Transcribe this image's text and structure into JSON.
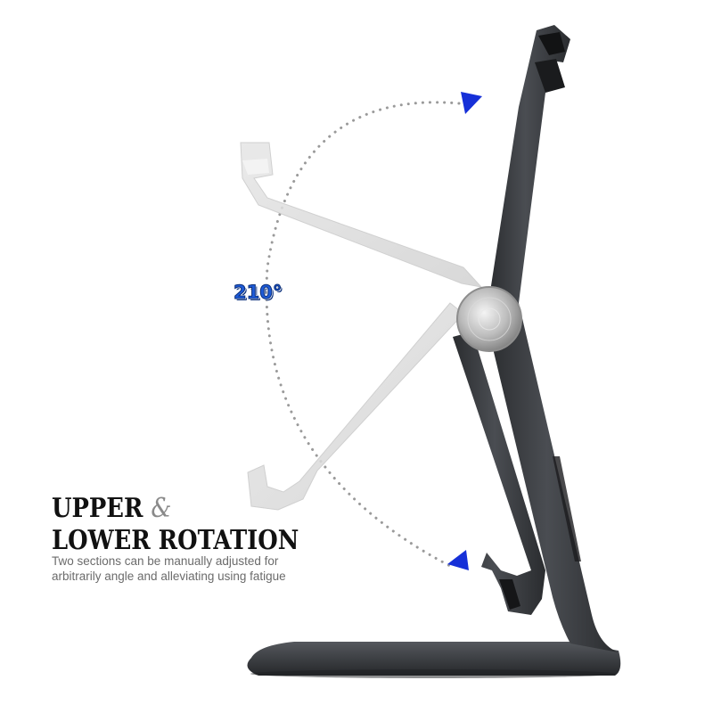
{
  "angle_label": "210°",
  "headline": {
    "line1_word": "UPPER",
    "line1_amp": "&",
    "line2": "LOWER ROTATION"
  },
  "description": {
    "line1": "Two sections can be manually adjusted for",
    "line2": "arbitrarily angle and alleviating using fatigue"
  },
  "colors": {
    "background": "#ffffff",
    "stand_body": "#3a3c3f",
    "ghost_stand": "#dcdcdc",
    "arrow": "#1630d8",
    "hinge_knob": "#c9c9c9",
    "headline_text": "#111111",
    "description_text": "#6b6b6b"
  }
}
